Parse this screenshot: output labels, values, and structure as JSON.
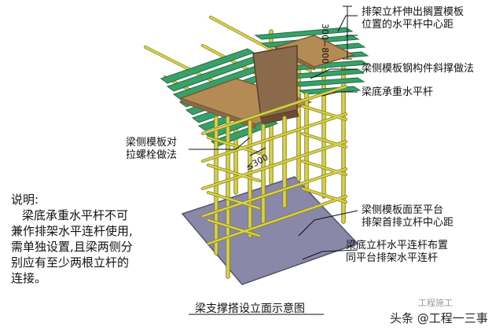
{
  "labels": {
    "l1": "排架立杆伸出搁置模板\n位置的水平杆中心距",
    "l2": "梁侧模板钢构件斜撑做法",
    "l3": "梁底承重水平杆",
    "l4": "梁侧模板对\n拉螺栓做法",
    "l5": "梁侧模板面至平台\n排架首排立杆中心距",
    "l6": "梁底立杆水平连杆布置\n同平台排架水平连杆"
  },
  "dims": {
    "top": "300~800",
    "mid": "≤300"
  },
  "note": {
    "title": "说明:",
    "lines": [
      "梁底承重水平杆不可",
      "兼作排架水平连杆使用,",
      "需单独设置,且梁两侧分",
      "别应有至少两根立杆的",
      "连接。"
    ]
  },
  "caption": "梁支撑搭设立面示意图",
  "watermark": "头条 @工程一三事",
  "watermark_faint": "工程施工",
  "colors": {
    "pipe": "#d8d34a",
    "pipe_edge": "#8a8420",
    "joist": "#3aa06a",
    "joist_dark": "#1f6e44",
    "board": "#b48a55",
    "board_edge": "#7a5a33",
    "beam_side": "#8a6a4a",
    "base": "#8a88a8",
    "base_edge": "#555470"
  }
}
